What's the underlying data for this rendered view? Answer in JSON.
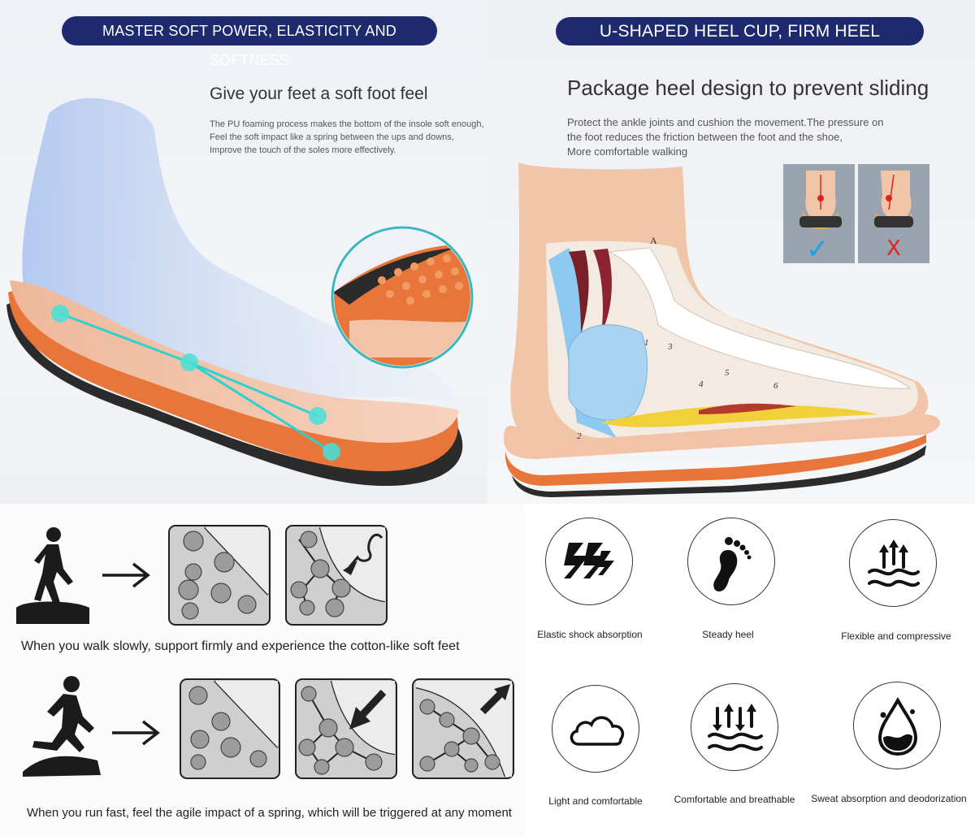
{
  "top_left": {
    "banner": "MASTER SOFT POWER, ELASTICITY AND SOFTNESS",
    "heading": "Give your feet a soft foot feel",
    "description": [
      "The PU foaming process makes the bottom of the insole soft enough,",
      "Feel the soft impact like a spring between the ups and downs,",
      "Improve the touch of the soles more effectively."
    ]
  },
  "top_right": {
    "banner": "U-SHAPED HEEL CUP, FIRM HEEL",
    "heading": "Package heel design to prevent sliding",
    "description": [
      "Protect the ankle joints and cushion the movement.The pressure on",
      "the foot reduces the friction between the foot and the shoe,",
      "More comfortable walking"
    ],
    "anatomy_label": "A",
    "bone_numbers": [
      "1",
      "2",
      "3",
      "4",
      "5",
      "6"
    ],
    "compare_marks": {
      "good": "✓",
      "bad": "X"
    }
  },
  "bottom_left": {
    "walk_caption": "When you walk slowly, support firmly and experience the cotton-like soft feet",
    "run_caption": "When you run fast, feel the agile impact of a spring, which will be triggered at any moment"
  },
  "features": [
    {
      "label": "Elastic shock absorption",
      "icon": "shock-absorption-icon"
    },
    {
      "label": "Steady heel",
      "icon": "footprint-icon"
    },
    {
      "label": "Flexible and compressive",
      "icon": "flex-waves-icon"
    },
    {
      "label": "Light and comfortable",
      "icon": "cloud-icon"
    },
    {
      "label": "Comfortable and breathable",
      "icon": "breathable-icon"
    },
    {
      "label": "Sweat absorption and deodorization",
      "icon": "water-drop-icon"
    }
  ],
  "colors": {
    "banner": "#1e2a6e",
    "insole_orange": "#e8763a",
    "insole_skin": "#f3c3a8",
    "accent_teal": "#2fd0d0",
    "check_blue": "#1aa3e0",
    "cross_red": "#e2231a"
  }
}
